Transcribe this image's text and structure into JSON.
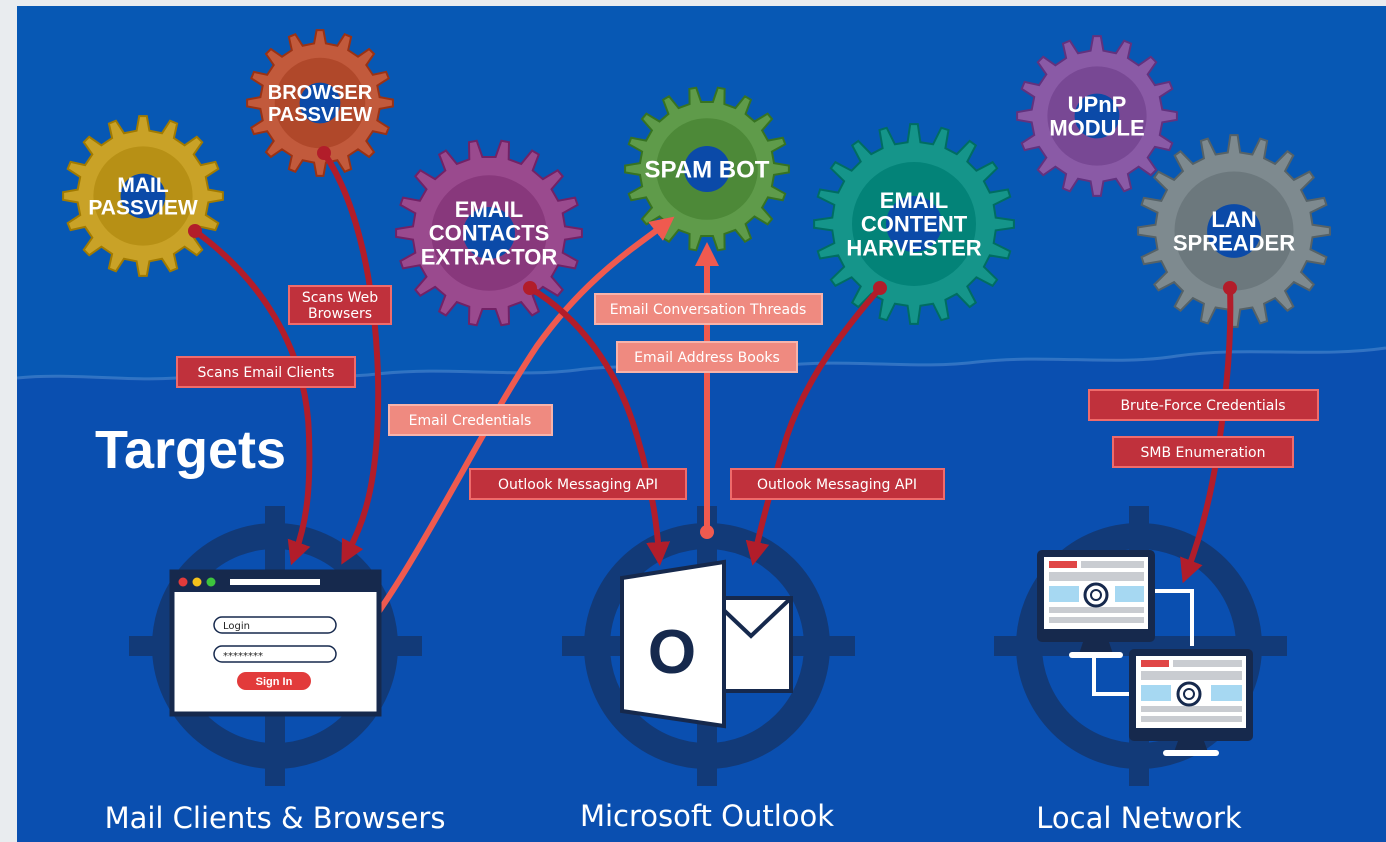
{
  "heading": "Targets",
  "modules": [
    {
      "id": "mail-passview",
      "lines": [
        "MAIL",
        "PASSVIEW"
      ],
      "color": "#c9a227"
    },
    {
      "id": "browser-passview",
      "lines": [
        "BROWSER",
        "PASSVIEW"
      ],
      "color": "#c25a3c"
    },
    {
      "id": "email-contacts-extractor",
      "lines": [
        "EMAIL",
        "CONTACTS",
        "EXTRACTOR"
      ],
      "color": "#9a4a8e"
    },
    {
      "id": "spam-bot",
      "lines": [
        "SPAM BOT"
      ],
      "color": "#5f9b4a"
    },
    {
      "id": "email-content-harvester",
      "lines": [
        "EMAIL",
        "CONTENT",
        "HARVESTER"
      ],
      "color": "#15958a"
    },
    {
      "id": "upnp-module",
      "lines": [
        "UPnP",
        "MODULE"
      ],
      "color": "#8a5aa6"
    },
    {
      "id": "lan-spreader",
      "lines": [
        "LAN",
        "SPREADER"
      ],
      "color": "#7e8a8f"
    }
  ],
  "tags": {
    "scans_web_browsers": [
      "Scans Web",
      "Browsers"
    ],
    "scans_email_clients": "Scans Email Clients",
    "email_credentials": "Email Credentials",
    "outlook_api_left": "Outlook Messaging API",
    "outlook_api_right": "Outlook Messaging API",
    "email_conversation_threads": "Email Conversation Threads",
    "email_address_books": "Email Address Books",
    "brute_force": "Brute-Force Credentials",
    "smb_enum": "SMB Enumeration"
  },
  "targets": {
    "mail_clients": "Mail Clients & Browsers",
    "outlook": "Microsoft Outlook",
    "local_network": "Local Network"
  },
  "login_form": {
    "login_value": "Login",
    "password_value": "********",
    "sign_in_label": "Sign In"
  },
  "outlook_letter": "O",
  "colors": {
    "background_top": "#0758b4",
    "background_bottom": "#0a4fb0",
    "tag_dark": "#c0313c",
    "tag_light": "#ef8a80",
    "arrow_dark": "#b21d2a",
    "arrow_light": "#ef5a4f",
    "crosshair": "#123a78"
  }
}
